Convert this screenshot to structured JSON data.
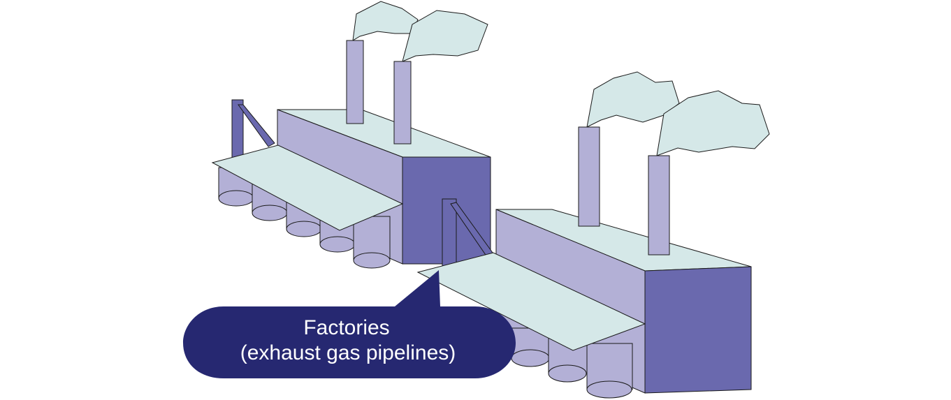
{
  "callout": {
    "line1": "Factories",
    "line2": "(exhaust gas pipelines)"
  },
  "colors": {
    "light_purple": "#b3b0d6",
    "dark_purple": "#6a69ae",
    "pale_teal": "#d5e8e8",
    "callout_navy": "#262871",
    "outline": "#1a1a1a"
  },
  "objects": {
    "factories": [
      "factory-left",
      "factory-right"
    ],
    "smokestacks_per_factory": 2,
    "icons": [
      "factory-icon",
      "smokestack-icon",
      "smoke-cloud-icon",
      "exhaust-pipe-icon",
      "storage-tank-icon"
    ]
  }
}
